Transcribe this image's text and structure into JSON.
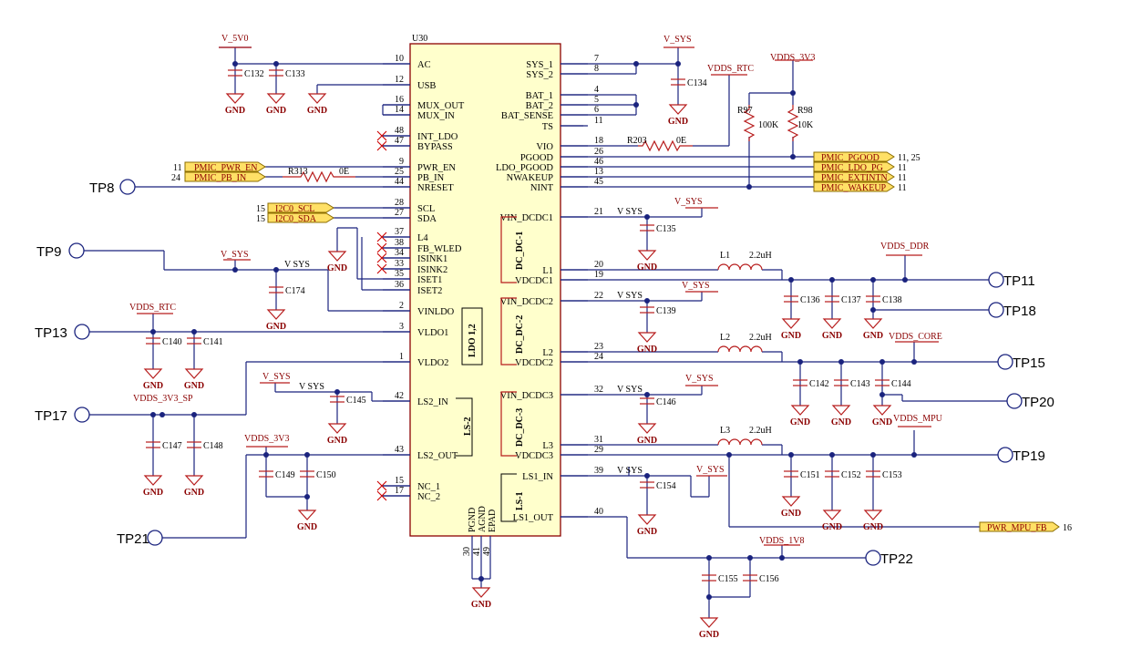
{
  "ic": {
    "ref": "U30",
    "left_pins": [
      {
        "num": "10",
        "name": "AC"
      },
      {
        "num": "12",
        "name": "USB"
      },
      {
        "num": "16",
        "name": "MUX_OUT"
      },
      {
        "num": "14",
        "name": "MUX_IN"
      },
      {
        "num": "48",
        "name": "INT_LDO"
      },
      {
        "num": "47",
        "name": "BYPASS"
      },
      {
        "num": "9",
        "name": "PWR_EN"
      },
      {
        "num": "25",
        "name": "PB_IN"
      },
      {
        "num": "44",
        "name": "NRESET"
      },
      {
        "num": "28",
        "name": "SCL"
      },
      {
        "num": "27",
        "name": "SDA"
      },
      {
        "num": "37",
        "name": "L4"
      },
      {
        "num": "38",
        "name": "FB_WLED"
      },
      {
        "num": "34",
        "name": "ISINK1"
      },
      {
        "num": "33",
        "name": "ISINK2"
      },
      {
        "num": "35",
        "name": "ISET1"
      },
      {
        "num": "36",
        "name": "ISET2"
      },
      {
        "num": "2",
        "name": "VINLDO"
      },
      {
        "num": "3",
        "name": "VLDO1"
      },
      {
        "num": "1",
        "name": "VLDO2"
      },
      {
        "num": "42",
        "name": "LS2_IN"
      },
      {
        "num": "43",
        "name": "LS2_OUT"
      },
      {
        "num": "15",
        "name": "NC_1"
      },
      {
        "num": "17",
        "name": "NC_2"
      }
    ],
    "right_pins": [
      {
        "num": "7",
        "name": "SYS_1"
      },
      {
        "num": "8",
        "name": "SYS_2"
      },
      {
        "num": "4",
        "name": "BAT_1"
      },
      {
        "num": "5",
        "name": "BAT_2"
      },
      {
        "num": "6",
        "name": "BAT_SENSE"
      },
      {
        "num": "11",
        "name": "TS"
      },
      {
        "num": "18",
        "name": "VIO"
      },
      {
        "num": "26",
        "name": "PGOOD"
      },
      {
        "num": "46",
        "name": "LDO_PGOOD"
      },
      {
        "num": "13",
        "name": "NWAKEUP"
      },
      {
        "num": "45",
        "name": "NINT"
      },
      {
        "num": "21",
        "name": "VIN_DCDC1"
      },
      {
        "num": "20",
        "name": "L1"
      },
      {
        "num": "19",
        "name": "VDCDC1"
      },
      {
        "num": "22",
        "name": "VIN_DCDC2"
      },
      {
        "num": "23",
        "name": "L2"
      },
      {
        "num": "24",
        "name": "VDCDC2"
      },
      {
        "num": "32",
        "name": "VIN_DCDC3"
      },
      {
        "num": "31",
        "name": "L3"
      },
      {
        "num": "29",
        "name": "VDCDC3"
      },
      {
        "num": "39",
        "name": "LS1_IN"
      },
      {
        "num": "40",
        "name": "LS1_OUT"
      }
    ],
    "bottom_pins": [
      {
        "num": "30",
        "name": "PGND"
      },
      {
        "num": "41",
        "name": "AGND"
      },
      {
        "num": "49",
        "name": "EPAD"
      }
    ],
    "blocks": [
      "DC_DC-1",
      "DC_DC-2",
      "DC_DC-3",
      "LDO 1,2",
      "LS-2",
      "LS-1"
    ]
  },
  "rails": {
    "v5v0": "V_5V0",
    "vsys": "V_SYS",
    "vsys2": "V SYS",
    "vdds_rtc": "VDDS_RTC",
    "vdds_3v3": "VDDS_3V3",
    "vdds_ddr": "VDDS_DDR",
    "vdds_core": "VDDS_CORE",
    "vdds_mpu": "VDDS_MPU",
    "vdds_1v8": "VDDS_1V8",
    "vdds_3v3_sp": "VDDS_3V3_SP",
    "gnd": "GND"
  },
  "caps": [
    "C132",
    "C133",
    "C134",
    "C135",
    "C136",
    "C137",
    "C138",
    "C139",
    "C140",
    "C141",
    "C142",
    "C143",
    "C144",
    "C145",
    "C146",
    "C147",
    "C148",
    "C149",
    "C150",
    "C151",
    "C152",
    "C153",
    "C154",
    "C155",
    "C156",
    "C174"
  ],
  "resistors": {
    "r97": "R97",
    "r97v": "100K",
    "r98": "R98",
    "r98v": "10K",
    "r203": "R203",
    "r203v": "0E",
    "r313": "R313",
    "r313v": "0E"
  },
  "inductors": {
    "l1": "L1",
    "l2": "L2",
    "l3": "L3",
    "val": "2.2uH"
  },
  "testpoints": [
    "TP8",
    "TP9",
    "TP13",
    "TP17",
    "TP21",
    "TP11",
    "TP18",
    "TP15",
    "TP20",
    "TP19",
    "TP22"
  ],
  "net_tags": {
    "pmic_pgood": "PMIC_PGOOD",
    "pmic_pgood_ref": "11, 25",
    "pmic_ldo_pg": "PMIC_LDO_PG",
    "pmic_ldo_pg_ref": "11",
    "pmic_extintn": "PMIC_EXTINTN",
    "pmic_extintn_ref": "11",
    "pmic_wakeup": "PMIC_WAKEUP",
    "pmic_wakeup_ref": "11",
    "pmic_pwr_en": "PMIC_PWR_EN",
    "pmic_pwr_en_ref": "11",
    "pmic_pb_in": "PMIC_PB_IN",
    "pmic_pb_in_ref": "24",
    "i2c0_scl": "I2C0_SCL",
    "i2c0_scl_ref": "15",
    "i2c0_sda": "I2C0_SDA",
    "i2c0_sda_ref": "15",
    "pwr_mpu_fb": "PWR_MPU_FB",
    "pwr_mpu_fb_ref": "16"
  }
}
